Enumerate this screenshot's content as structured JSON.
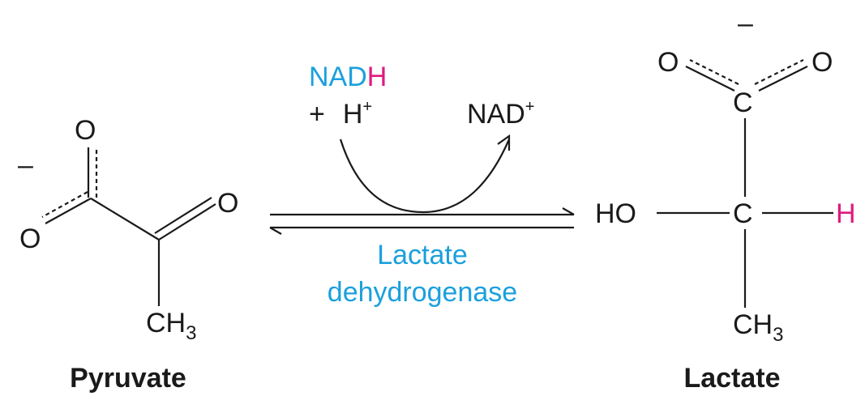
{
  "pyruvate": {
    "name": "Pyruvate",
    "charge": "–",
    "oxygen": "O",
    "methyl": "CH",
    "methyl_sub": "3"
  },
  "lactate": {
    "name": "Lactate",
    "charge": "–",
    "oxygen": "O",
    "carbon": "C",
    "hydroxyl": "HO",
    "hydrogen": "H",
    "methyl": "CH",
    "methyl_sub": "3"
  },
  "reaction": {
    "nadh_prefix": "NAD",
    "nadh_h": "H",
    "plus": "+",
    "proton": "H",
    "proton_charge": "+",
    "nad": "NAD",
    "nad_charge": "+",
    "enzyme_line1": "Lactate",
    "enzyme_line2": "dehydrogenase"
  },
  "colors": {
    "blue": "#1ba0dd",
    "pink": "#e0197d",
    "black": "#1a1a1a"
  }
}
